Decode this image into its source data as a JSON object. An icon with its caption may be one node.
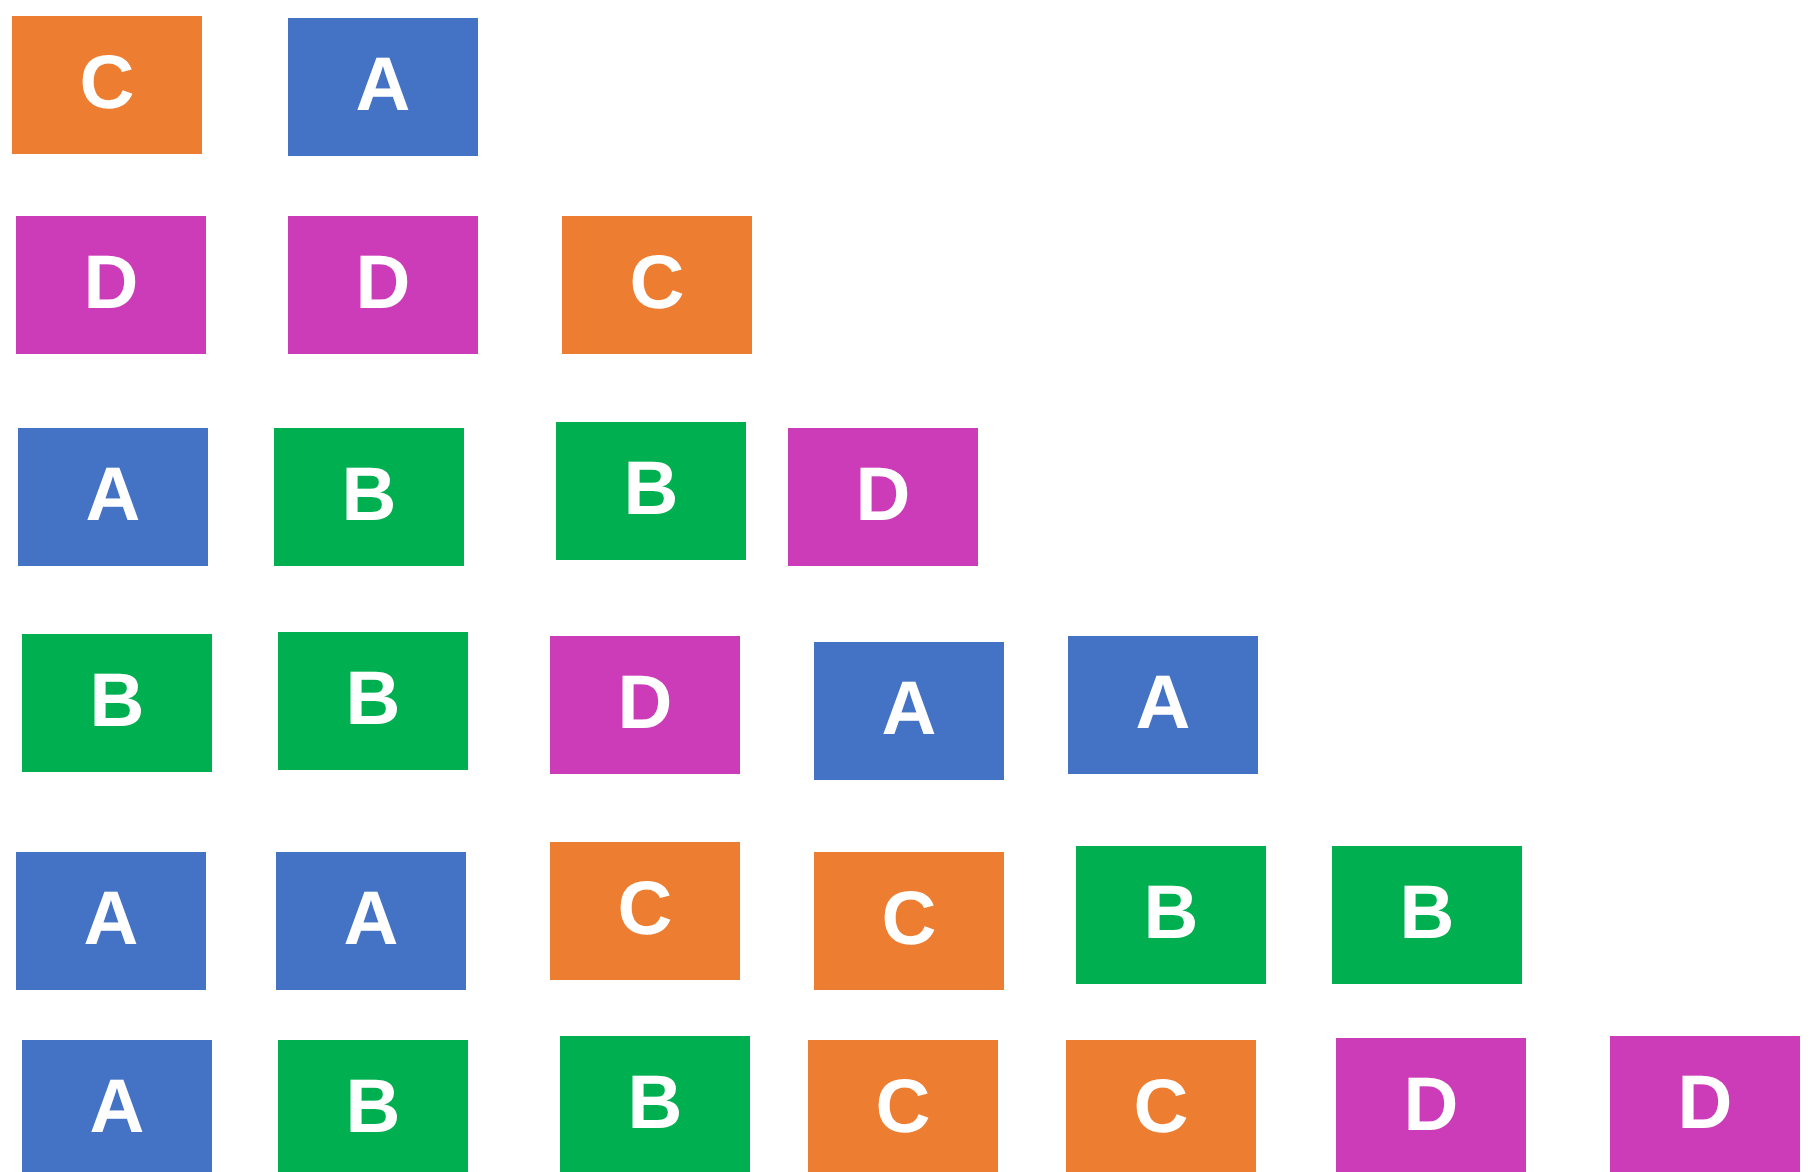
{
  "diagram": {
    "nodes": [
      {
        "text": [
          "C"
        ]
      },
      {
        "text": [
          "A"
        ]
      },
      {
        "text": [
          "D"
        ]
      },
      {
        "text": [
          "D"
        ]
      },
      {
        "text": [
          "C"
        ]
      },
      {
        "text": [
          "A"
        ]
      },
      {
        "text": [
          "B"
        ]
      },
      {
        "text": [
          "B"
        ]
      },
      {
        "text": [
          "D"
        ]
      },
      {
        "text": [
          "B"
        ]
      },
      {
        "text": [
          "B"
        ]
      },
      {
        "text": [
          "D"
        ]
      },
      {
        "text": [
          "A"
        ]
      },
      {
        "text": [
          "A"
        ]
      },
      {
        "text": [
          "A"
        ]
      },
      {
        "text": [
          "A"
        ]
      },
      {
        "text": [
          "C"
        ]
      },
      {
        "text": [
          "C"
        ]
      },
      {
        "text": [
          "B"
        ]
      },
      {
        "text": [
          "B"
        ]
      },
      {
        "text": [
          "A"
        ]
      },
      {
        "text": [
          "B"
        ]
      },
      {
        "text": [
          "B"
        ]
      },
      {
        "text": [
          "C"
        ]
      },
      {
        "text": [
          "C"
        ]
      },
      {
        "text": [
          "D"
        ]
      },
      {
        "text": [
          "D"
        ]
      }
    ]
  }
}
